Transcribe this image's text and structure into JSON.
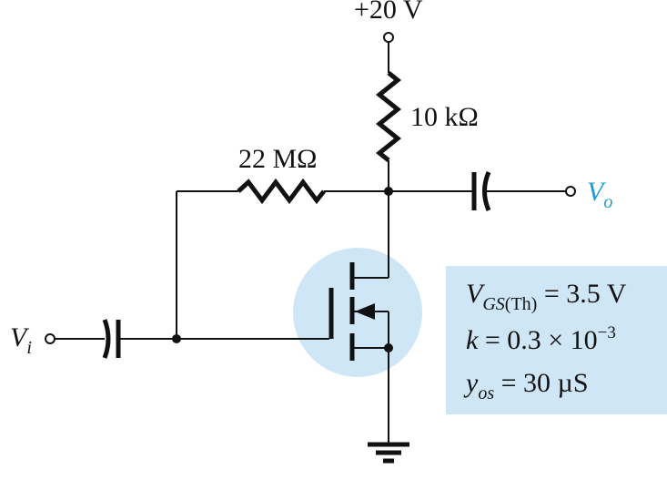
{
  "labels": {
    "supply": "+20 V",
    "rd": "10 kΩ",
    "rf": "22 MΩ",
    "vo": {
      "main": "V",
      "sub": "o"
    },
    "vi": {
      "main": "V",
      "sub": "i"
    }
  },
  "params": {
    "vgs": {
      "sym": "V",
      "sub": "GS",
      "paren": "(Th)",
      "value": " = 3.5 V"
    },
    "k": {
      "sym": "k",
      "value": " = 0.3 × 10",
      "exp": "−3"
    },
    "yos": {
      "sym": "y",
      "sub": "os",
      "value": " = 30 µS"
    }
  },
  "colors": {
    "wire": "#111111",
    "highlight": "#cfe6f7",
    "output_label": "#1a9bd7"
  }
}
